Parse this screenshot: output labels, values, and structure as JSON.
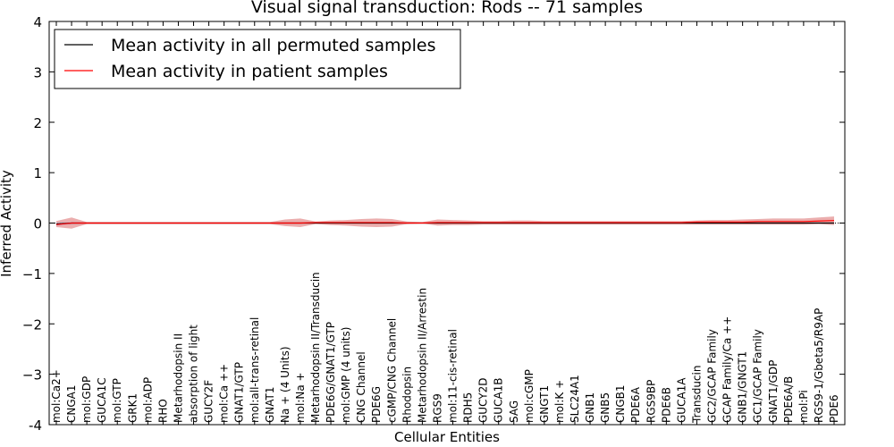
{
  "chart_data": {
    "type": "line",
    "title": "Visual signal transduction: Rods -- 71 samples",
    "xlabel": "Cellular Entities",
    "ylabel": "Inferred Activity",
    "ylim": [
      -4,
      4
    ],
    "yticks": [
      "-4",
      "−3",
      "−2",
      "−1",
      "0",
      "1",
      "2",
      "3",
      "4"
    ],
    "grid": false,
    "legend_position": "top-left",
    "categories": [
      "mol:Ca2+",
      "CNGA1",
      "mol:GDP",
      "GUCA1C",
      "mol:GTP",
      "GRK1",
      "mol:ADP",
      "RHO",
      "Metarhodopsin II",
      "absorption of light",
      "GUCY2F",
      "mol:Ca ++",
      "GNAT1/GTP",
      "mol:all-trans-retinal",
      "GNAT1",
      "Na + (4 Units)",
      "mol:Na +",
      "Metarhodopsin II/Transducin",
      "PDE6G/GNAT1/GTP",
      "mol:GMP (4 units)",
      "CNG Channel",
      "PDE6G",
      "cGMP/CNG Channel",
      "Rhodopsin",
      "Metarhodopsin II/Arrestin",
      "RGS9",
      "mol:11-cis-retinal",
      "RDH5",
      "GUCY2D",
      "GUCA1B",
      "SAG",
      "mol:cGMP",
      "GNGT1",
      "mol:K +",
      "SLC24A1",
      "GNB1",
      "GNB5",
      "CNGB1",
      "PDE6A",
      "RGS9BP",
      "PDE6B",
      "GUCA1A",
      "Transducin",
      "GC2/GCAP Family",
      "GCAP Family/Ca ++",
      "GNB1/GNGT1",
      "GC1/GCAP Family",
      "GNAT1/GDP",
      "PDE6A/B",
      "mol:Pi",
      "RGS9-1/Gbeta5/R9AP",
      "PDE6"
    ],
    "series": [
      {
        "name": "Mean activity in all permuted samples",
        "color": "#000000",
        "values": [
          -0.02,
          0.0,
          0.0,
          0.0,
          0.0,
          0.0,
          0.0,
          0.0,
          0.0,
          0.0,
          0.0,
          0.0,
          0.0,
          0.0,
          0.0,
          0.0,
          0.0,
          0.0,
          0.0,
          0.0,
          0.0,
          0.0,
          0.0,
          0.0,
          0.0,
          0.0,
          0.0,
          0.0,
          0.0,
          0.0,
          0.0,
          0.0,
          0.0,
          0.0,
          0.0,
          0.0,
          0.0,
          0.0,
          0.0,
          0.0,
          0.0,
          0.0,
          0.0,
          0.0,
          0.0,
          0.0,
          0.0,
          0.0,
          0.0,
          0.0,
          0.0,
          0.0
        ],
        "band_lower": [
          -0.05,
          -0.02,
          -0.01,
          -0.01,
          -0.01,
          -0.01,
          -0.01,
          -0.01,
          -0.01,
          -0.01,
          -0.01,
          -0.01,
          -0.01,
          -0.01,
          -0.01,
          -0.01,
          -0.01,
          -0.01,
          -0.01,
          -0.01,
          -0.01,
          -0.01,
          -0.01,
          -0.01,
          -0.01,
          -0.01,
          -0.01,
          -0.01,
          -0.01,
          -0.01,
          -0.01,
          -0.01,
          -0.01,
          -0.01,
          -0.01,
          -0.01,
          -0.01,
          -0.01,
          -0.01,
          -0.01,
          -0.01,
          -0.01,
          -0.01,
          -0.01,
          -0.01,
          -0.01,
          -0.01,
          -0.01,
          -0.01,
          -0.01,
          -0.01,
          -0.01
        ],
        "band_upper": [
          0.01,
          0.02,
          0.01,
          0.01,
          0.01,
          0.01,
          0.01,
          0.01,
          0.01,
          0.01,
          0.01,
          0.01,
          0.01,
          0.01,
          0.01,
          0.01,
          0.01,
          0.01,
          0.01,
          0.01,
          0.01,
          0.01,
          0.01,
          0.01,
          0.01,
          0.01,
          0.01,
          0.01,
          0.01,
          0.01,
          0.01,
          0.01,
          0.01,
          0.01,
          0.01,
          0.01,
          0.01,
          0.01,
          0.01,
          0.01,
          0.01,
          0.01,
          0.01,
          0.01,
          0.01,
          0.01,
          0.01,
          0.01,
          0.01,
          0.01,
          0.01,
          0.01
        ]
      },
      {
        "name": "Mean activity in patient samples",
        "color": "#ff0000",
        "band_color": "#e8a0a0",
        "values": [
          -0.03,
          0.0,
          0.0,
          0.0,
          0.0,
          0.0,
          0.0,
          0.0,
          0.0,
          0.0,
          0.0,
          0.0,
          0.0,
          0.0,
          0.0,
          0.0,
          0.0,
          0.01,
          0.01,
          0.01,
          0.01,
          0.01,
          0.01,
          0.0,
          0.0,
          0.01,
          0.01,
          0.01,
          0.01,
          0.01,
          0.01,
          0.01,
          0.01,
          0.01,
          0.01,
          0.01,
          0.01,
          0.01,
          0.01,
          0.01,
          0.01,
          0.01,
          0.02,
          0.02,
          0.02,
          0.02,
          0.03,
          0.03,
          0.03,
          0.03,
          0.04,
          0.05
        ],
        "band_lower": [
          -0.08,
          -0.11,
          -0.02,
          -0.02,
          -0.02,
          -0.02,
          -0.02,
          -0.02,
          -0.02,
          -0.02,
          -0.02,
          -0.02,
          -0.02,
          -0.02,
          -0.02,
          -0.06,
          -0.08,
          -0.02,
          -0.04,
          -0.05,
          -0.07,
          -0.08,
          -0.07,
          -0.02,
          -0.01,
          -0.05,
          -0.04,
          -0.04,
          -0.03,
          -0.03,
          -0.03,
          -0.03,
          -0.03,
          -0.03,
          -0.03,
          -0.03,
          -0.03,
          -0.03,
          -0.03,
          -0.03,
          -0.03,
          -0.03,
          -0.03,
          -0.03,
          -0.03,
          -0.03,
          -0.03,
          -0.03,
          -0.03,
          -0.03,
          -0.02,
          -0.04
        ],
        "band_upper": [
          0.04,
          0.11,
          0.02,
          0.02,
          0.02,
          0.02,
          0.02,
          0.02,
          0.02,
          0.02,
          0.02,
          0.02,
          0.02,
          0.02,
          0.02,
          0.07,
          0.09,
          0.03,
          0.05,
          0.06,
          0.08,
          0.09,
          0.08,
          0.03,
          0.02,
          0.07,
          0.06,
          0.05,
          0.04,
          0.04,
          0.05,
          0.05,
          0.04,
          0.04,
          0.04,
          0.04,
          0.04,
          0.04,
          0.04,
          0.04,
          0.04,
          0.04,
          0.05,
          0.06,
          0.06,
          0.07,
          0.08,
          0.09,
          0.09,
          0.09,
          0.11,
          0.13
        ]
      }
    ]
  }
}
